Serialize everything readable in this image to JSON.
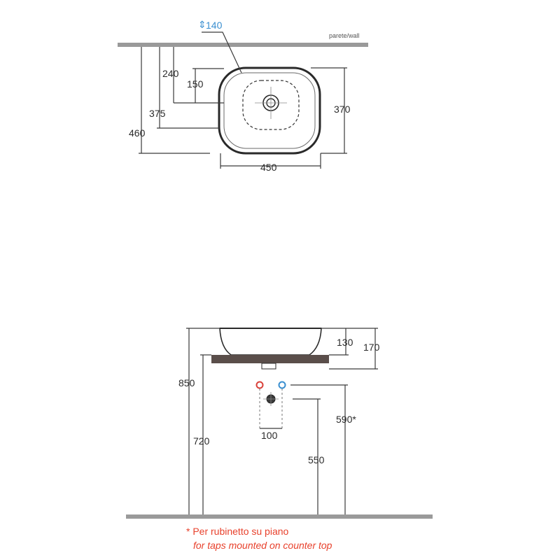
{
  "top_view": {
    "wall_label": "parete/wall",
    "tap_note": "140",
    "dims": {
      "d240": "240",
      "d150": "150",
      "d375": "375",
      "d460": "460",
      "d370": "370",
      "d450": "450"
    }
  },
  "side_view": {
    "dims": {
      "d130": "130",
      "d170": "170",
      "d850": "850",
      "d720": "720",
      "d590": "590*",
      "d100": "100",
      "d550": "550"
    }
  },
  "note": {
    "it": "* Per rubinetto su piano",
    "en": "for taps mounted on counter top"
  },
  "colors": {
    "wall": "#9a9a9a",
    "counter": "#5a4e4a",
    "hot": "#d9413a",
    "cold": "#3a8fd0",
    "note": "#e8412c"
  }
}
